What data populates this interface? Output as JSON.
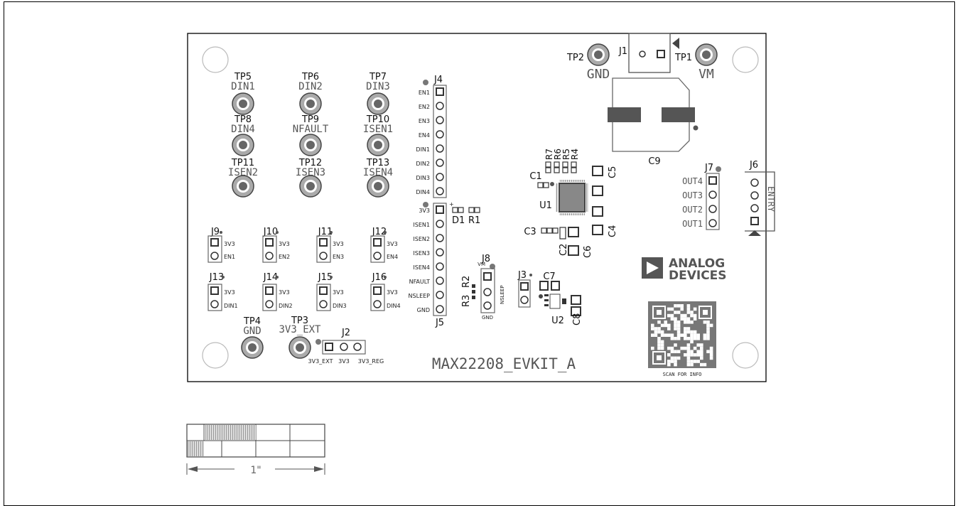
{
  "board": {
    "name": "MAX22208_EVKIT_A",
    "qr_caption": "SCAN FOR INFO",
    "logo_line1": "ANALOG",
    "logo_line2": "DEVICES",
    "scale_label": "1\""
  },
  "testpoints": [
    {
      "ref": "TP5",
      "net": "DIN1"
    },
    {
      "ref": "TP6",
      "net": "DIN2"
    },
    {
      "ref": "TP7",
      "net": "DIN3"
    },
    {
      "ref": "TP8",
      "net": "DIN4"
    },
    {
      "ref": "TP9",
      "net": "NFAULT"
    },
    {
      "ref": "TP10",
      "net": "ISEN1"
    },
    {
      "ref": "TP11",
      "net": "ISEN2"
    },
    {
      "ref": "TP12",
      "net": "ISEN3"
    },
    {
      "ref": "TP13",
      "net": "ISEN4"
    },
    {
      "ref": "TP4",
      "net": "GND"
    },
    {
      "ref": "TP3",
      "net": "3V3_EXT"
    },
    {
      "ref": "TP2",
      "net": "GND"
    },
    {
      "ref": "TP1",
      "net": "VM"
    }
  ],
  "j4": {
    "ref": "J4",
    "pins": [
      "EN1",
      "EN2",
      "EN3",
      "EN4",
      "DIN1",
      "DIN2",
      "DIN3",
      "DIN4"
    ]
  },
  "j5": {
    "ref": "J5",
    "pins": [
      "3V3",
      "ISEN1",
      "ISEN2",
      "ISEN3",
      "ISEN4",
      "NFAULT",
      "NSLEEP",
      "GND"
    ]
  },
  "jumpers": [
    {
      "ref": "J9",
      "top": "3V3",
      "bottom": "EN1"
    },
    {
      "ref": "J10",
      "top": "3V3",
      "bottom": "EN2"
    },
    {
      "ref": "J11",
      "top": "3V3",
      "bottom": "EN3"
    },
    {
      "ref": "J12",
      "top": "3V3",
      "bottom": "EN4"
    },
    {
      "ref": "J13",
      "top": "3V3",
      "bottom": "DIN1"
    },
    {
      "ref": "J14",
      "top": "3V3",
      "bottom": "DIN2"
    },
    {
      "ref": "J15",
      "top": "3V3",
      "bottom": "DIN3"
    },
    {
      "ref": "J16",
      "top": "3V3",
      "bottom": "DIN4"
    }
  ],
  "j2": {
    "ref": "J2",
    "pins": [
      "3V3_EXT",
      "3V3",
      "3V3_REG"
    ]
  },
  "j7": {
    "ref": "J7",
    "pins": [
      "OUT4",
      "OUT3",
      "OUT2",
      "OUT1"
    ]
  },
  "j6": {
    "ref": "J6",
    "label": "ENTRY"
  },
  "j8": {
    "ref": "J8",
    "top": "VM",
    "side": "NSLEEP",
    "bottom": "GND"
  },
  "refs": {
    "j1": "J1",
    "j3": "J3",
    "c1": "C1",
    "c2": "C2",
    "c3": "C3",
    "c4": "C4",
    "c5": "C5",
    "c6": "C6",
    "c7": "C7",
    "c8": "C8",
    "c9": "C9",
    "u1": "U1",
    "u2": "U2",
    "d1": "D1",
    "r1": "R1",
    "r2": "R2",
    "r3": "R3",
    "r4": "R4",
    "r5": "R5",
    "r6": "R6",
    "r7": "R7"
  }
}
